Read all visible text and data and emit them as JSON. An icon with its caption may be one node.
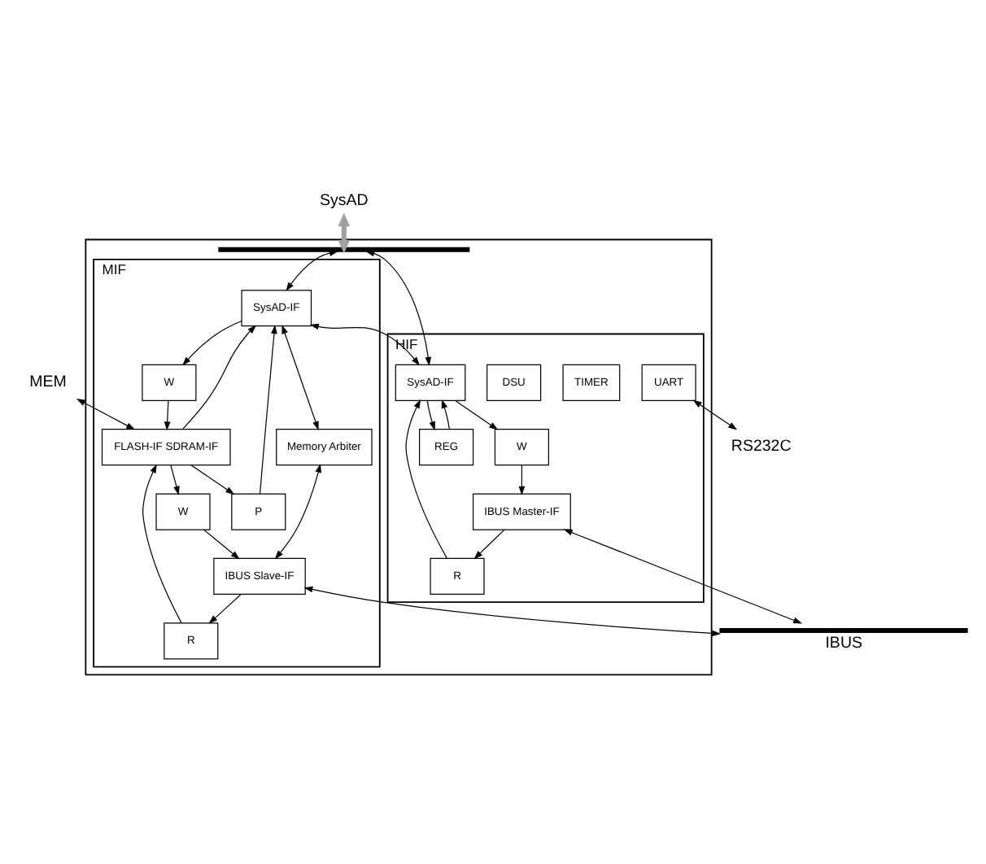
{
  "diagram": {
    "nodes": [
      {
        "text": [
          "SysAD"
        ]
      },
      {
        "text": [],
        "shape": "box"
      },
      {
        "text": [],
        "shape": "bar",
        "in": 1
      },
      {
        "text": [
          "MIF"
        ],
        "in": 1
      },
      {
        "text": [
          "SysAD-IF"
        ],
        "in": 3
      },
      {
        "text": [
          "P"
        ],
        "in": 3
      },
      {
        "text": [
          "W"
        ],
        "in": 3
      },
      {
        "text": [
          "FLASH-IF SDRAM-IF"
        ],
        "in": 3
      },
      {
        "text": [
          "Memory Arbiter"
        ],
        "in": 3
      },
      {
        "text": [
          "R"
        ],
        "in": 3
      },
      {
        "text": [
          "W"
        ],
        "in": 3
      },
      {
        "text": [
          "IBUS Slave-IF"
        ],
        "in": 3
      },
      {
        "text": [
          "HIF"
        ],
        "in": 1
      },
      {
        "text": [
          "SysAD-IF"
        ],
        "in": 12
      },
      {
        "text": [
          "W"
        ],
        "in": 12
      },
      {
        "text": [
          "REG"
        ],
        "in": 12
      },
      {
        "text": [
          "TIMER"
        ],
        "in": 12
      },
      {
        "text": [
          "DSU"
        ],
        "in": 12
      },
      {
        "text": [
          "UART"
        ],
        "in": 12
      },
      {
        "text": [
          "R"
        ],
        "in": 12
      },
      {
        "text": [
          "IBUS Master-IF"
        ],
        "in": 12
      },
      {
        "text": [
          "MEM"
        ]
      },
      {
        "text": [
          "RS232C"
        ]
      },
      {
        "text": [],
        "shape": "bar",
        "beside": [
          "IBUS"
        ]
      }
    ],
    "edges": [
      {
        "from": 0,
        "to": 2,
        "arrow": "both",
        "style": "thick",
        "color": "#a0a0a0"
      },
      {
        "from": 2,
        "to": 4,
        "arrow": "both"
      },
      {
        "from": 2,
        "to": 13,
        "arrow": "both"
      },
      {
        "from": 4,
        "to": 13,
        "arrow": "both"
      },
      {
        "from": 5,
        "to": 4,
        "arrow": "to"
      },
      {
        "from": 7,
        "to": 4,
        "arrow": "to"
      },
      {
        "from": 4,
        "to": 6,
        "arrow": "to"
      },
      {
        "from": 4,
        "to": 8,
        "arrow": "both"
      },
      {
        "from": 7,
        "to": 5,
        "arrow": "to"
      },
      {
        "from": 6,
        "to": 7,
        "arrow": "to"
      },
      {
        "from": 21,
        "to": 7,
        "arrow": "both"
      },
      {
        "from": 9,
        "to": 7,
        "arrow": "to"
      },
      {
        "from": 7,
        "to": 10,
        "arrow": "to"
      },
      {
        "from": 8,
        "to": 11,
        "arrow": "both"
      },
      {
        "from": 11,
        "to": 9,
        "arrow": "to"
      },
      {
        "from": 10,
        "to": 11,
        "arrow": "to"
      },
      {
        "from": 11,
        "to": 23,
        "arrow": "both"
      },
      {
        "from": 13,
        "to": 14,
        "arrow": "to"
      },
      {
        "from": 13,
        "to": 15,
        "arrow": "to"
      },
      {
        "from": 19,
        "to": 13,
        "arrow": "to"
      },
      {
        "from": 15,
        "to": 13,
        "arrow": "to"
      },
      {
        "from": 14,
        "to": 20,
        "arrow": "to"
      },
      {
        "from": 20,
        "to": 19,
        "arrow": "to"
      },
      {
        "from": 18,
        "to": 22,
        "arrow": "both"
      },
      {
        "from": 20,
        "to": 23,
        "arrow": "both"
      }
    ]
  }
}
